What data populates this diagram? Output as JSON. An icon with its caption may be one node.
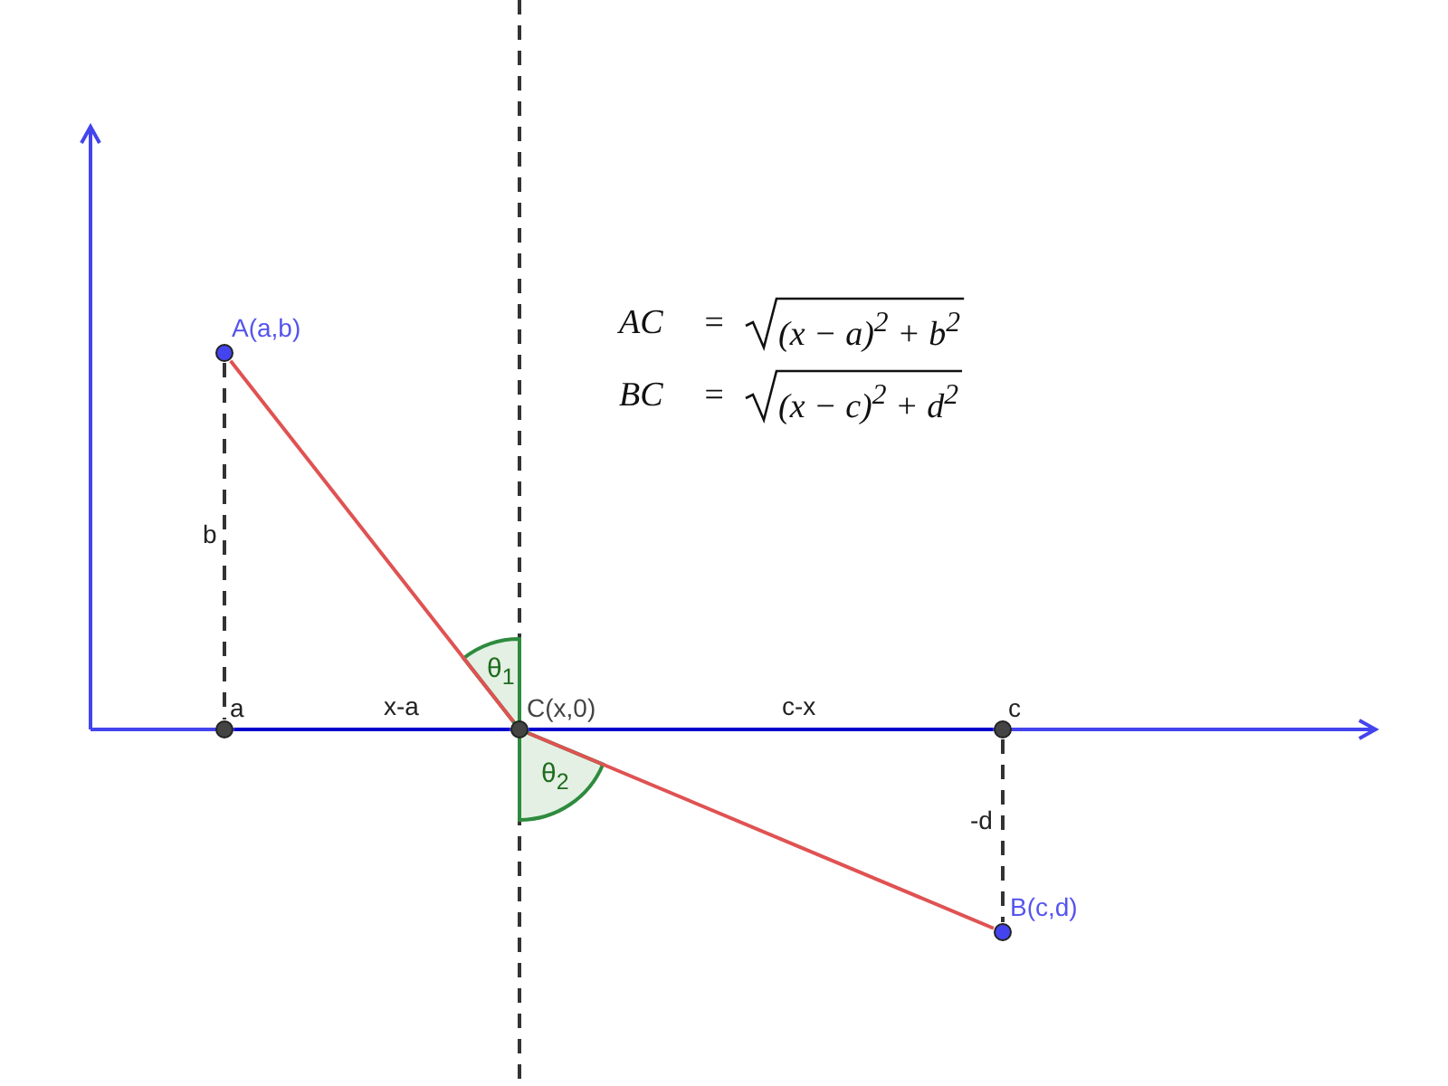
{
  "diagram": {
    "nodes": [
      {
        "text": [
          "A(a,b)"
        ]
      },
      {
        "text": [
          "a"
        ]
      },
      {
        "text": [
          "C(x,0)"
        ]
      },
      {
        "text": [
          "c"
        ]
      },
      {
        "text": [
          "B(c,d)"
        ]
      }
    ],
    "edges": [
      {
        "from": 0,
        "to": 2,
        "arrow": "none",
        "color": "#e05252"
      },
      {
        "from": 2,
        "to": 4,
        "arrow": "none",
        "color": "#e05252"
      },
      {
        "from": 1,
        "to": 2,
        "arrow": "none",
        "label": "x-a",
        "color": "#0000cc"
      },
      {
        "from": 2,
        "to": 3,
        "arrow": "none",
        "label": "c-x",
        "color": "#0000cc"
      },
      {
        "from": 0,
        "to": 1,
        "arrow": "none",
        "label": "b",
        "style": "dashed",
        "color": "#333333"
      },
      {
        "from": 3,
        "to": 4,
        "arrow": "none",
        "label": "-d",
        "style": "dashed",
        "color": "#333333"
      }
    ],
    "labels": [
      "AC",
      "=",
      "(x − a)$^{2}$ + b$^{2}$",
      "BC",
      "=",
      "(x − c)$^{2}$ + d$^{2}$",
      "θ$_{1}$",
      "θ$_{2}$"
    ]
  }
}
